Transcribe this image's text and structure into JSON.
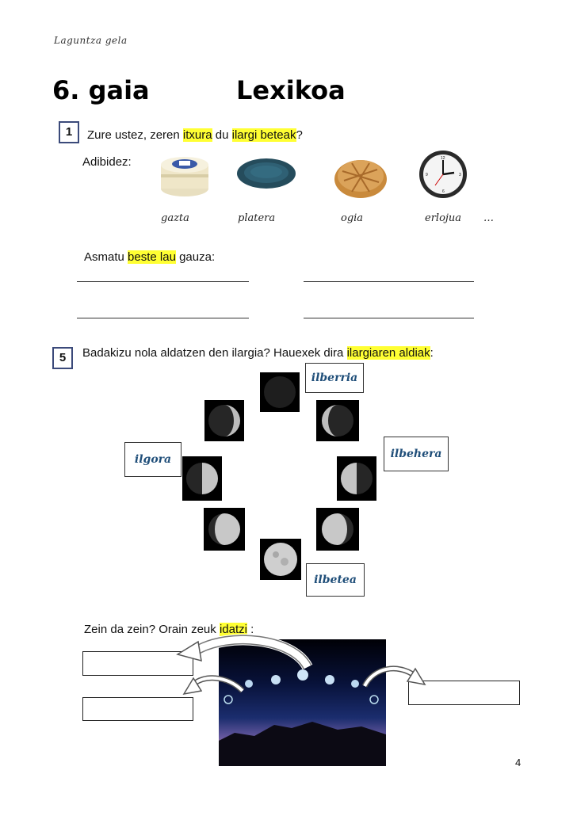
{
  "header": "Laguntza gela",
  "title": {
    "number": "6. gaia",
    "topic": "Lexikoa"
  },
  "ex1": {
    "num": "1",
    "q_part1": "Zure ustez, zeren ",
    "q_hl1": "itxura",
    "q_part2": " du ",
    "q_hl2": "ilargi beteak",
    "q_part3": "?",
    "example_label": "Adibidez:",
    "items": [
      "gazta",
      "platera",
      "ogia",
      "erlojua"
    ],
    "ellipsis": "…",
    "guess_part1": "Asmatu ",
    "guess_hl": "beste lau",
    "guess_part2": " gauza:"
  },
  "ex5": {
    "num": "5",
    "q_part1": "Badakizu nola aldatzen den ilargia? Hauexek dira ",
    "q_hl": "ilargiaren aldiak",
    "q_part2": ":",
    "phases": {
      "new": "ilberria",
      "waning": "ilbehera",
      "waxing": "ilgora",
      "full": "ilbetea"
    },
    "task_part1": "Zein da zein?   Orain zeuk ",
    "task_hl": "idatzi",
    "task_part2": "  :"
  },
  "page_number": "4",
  "colors": {
    "highlight": "#ffff33",
    "label_text": "#1f4e79",
    "box_border": "#3b4a7a"
  }
}
